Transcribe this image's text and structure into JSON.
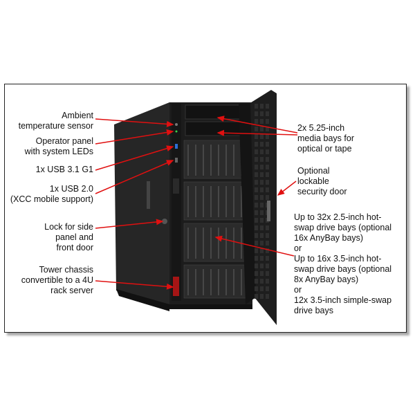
{
  "colors": {
    "arrow": "#e01010",
    "chassis": "#1c1c1c",
    "frame_border": "#222222"
  },
  "callouts_left": [
    {
      "id": "ambient",
      "lines": [
        "Ambient",
        "temperature sensor"
      ]
    },
    {
      "id": "operator",
      "lines": [
        "Operator panel",
        "with system LEDs"
      ]
    },
    {
      "id": "usb31",
      "lines": [
        "1x USB 3.1 G1"
      ]
    },
    {
      "id": "usb20",
      "lines": [
        "1x USB 2.0",
        "(XCC mobile support)"
      ]
    },
    {
      "id": "lock",
      "lines": [
        "Lock for side",
        "panel and",
        "front door"
      ]
    },
    {
      "id": "tower",
      "lines": [
        "Tower chassis",
        "convertible to a 4U",
        "rack server"
      ]
    }
  ],
  "callouts_right": [
    {
      "id": "media",
      "lines": [
        "2x 5.25-inch",
        "media bays for",
        "optical or tape"
      ]
    },
    {
      "id": "door",
      "lines": [
        "Optional",
        "lockable",
        "security door"
      ]
    },
    {
      "id": "drives",
      "lines": [
        "Up to 32x 2.5-inch hot-",
        "swap drive bays (optional",
        "16x AnyBay bays)",
        "or",
        "Up to 16x 3.5-inch hot-",
        "swap drive bays (optional",
        "8x AnyBay bays)",
        "or",
        "12x 3.5-inch simple-swap",
        "drive bays"
      ]
    }
  ]
}
